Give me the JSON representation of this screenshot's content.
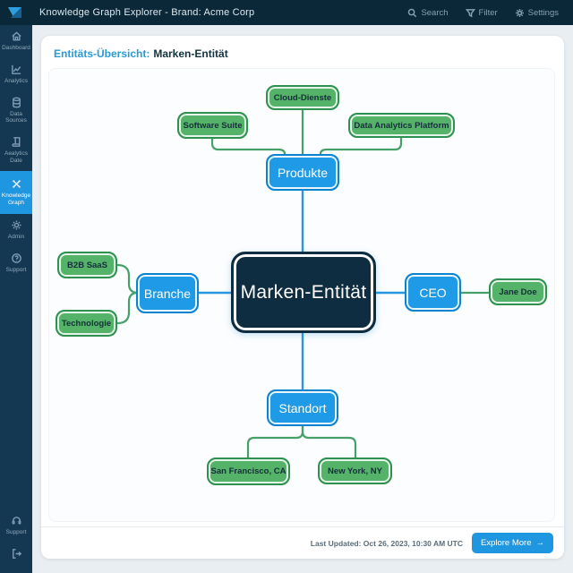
{
  "topbar": {
    "title": "Knowledge Graph Explorer - Brand: Acme Corp",
    "search_label": "Search",
    "filter_label": "Filter",
    "settings_label": "Settings"
  },
  "sidebar": {
    "items": [
      {
        "label": "Dashboard"
      },
      {
        "label": "Analytics"
      },
      {
        "label": "Data Sources"
      },
      {
        "label": "Aealytics Date"
      },
      {
        "label": "Knowledge Graph",
        "active": true
      },
      {
        "label": "Admin"
      },
      {
        "label": "Support"
      }
    ],
    "bottom_support_label": "Support"
  },
  "header": {
    "prefix": "Entitäts-Übersicht:",
    "title": "Marken-Entität"
  },
  "diagram": {
    "center": {
      "label": "Marken-Entität"
    },
    "branches": [
      {
        "label": "Produkte",
        "children": [
          "Software Suite",
          "Cloud-Dienste",
          "Data Analytics Platform"
        ]
      },
      {
        "label": "Branche",
        "children": [
          "B2B SaaS",
          "Technologie"
        ]
      },
      {
        "label": "CEO",
        "children": [
          "Jane Doe"
        ]
      },
      {
        "label": "Standort",
        "children": [
          "San Francisco, CA",
          "New York, NY"
        ]
      }
    ]
  },
  "footer": {
    "last_updated": "Last Updated: Oct 26, 2023, 10:30 AM UTC",
    "explore_label": "Explore More",
    "explore_arrow": "→"
  },
  "colors": {
    "accent_blue": "#1e96e0",
    "node_blue": "#1f9ae6",
    "node_green": "#54b269",
    "dark_navy": "#0f2d40",
    "edge_blue": "#2797e2",
    "edge_green": "#46a169",
    "page_bg": "#e8eef2"
  }
}
